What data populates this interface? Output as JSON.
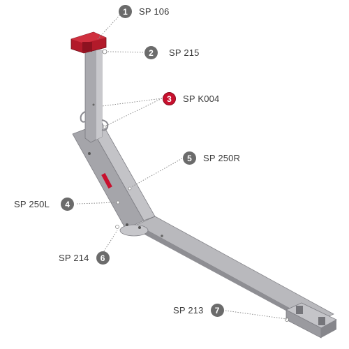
{
  "callouts": [
    {
      "number": "1",
      "code": "SP 106"
    },
    {
      "number": "2",
      "code": "SP 215"
    },
    {
      "number": "3",
      "code": "SP K004"
    },
    {
      "number": "4",
      "code": "SP 250L"
    },
    {
      "number": "5",
      "code": "SP 250R"
    },
    {
      "number": "6",
      "code": "SP 214"
    },
    {
      "number": "7",
      "code": "SP 213"
    }
  ],
  "colors": {
    "frame_light": "#b9b9bd",
    "frame_mid": "#9c9ca1",
    "frame_dark": "#7a7a80",
    "accent_red": "#c8102e",
    "badge_grey": "#6b6b6b",
    "leader": "#8a8a8a"
  },
  "icons": {
    "callout_marker": "numbered-circle",
    "highlighted_marker": "red-numbered-circle"
  }
}
